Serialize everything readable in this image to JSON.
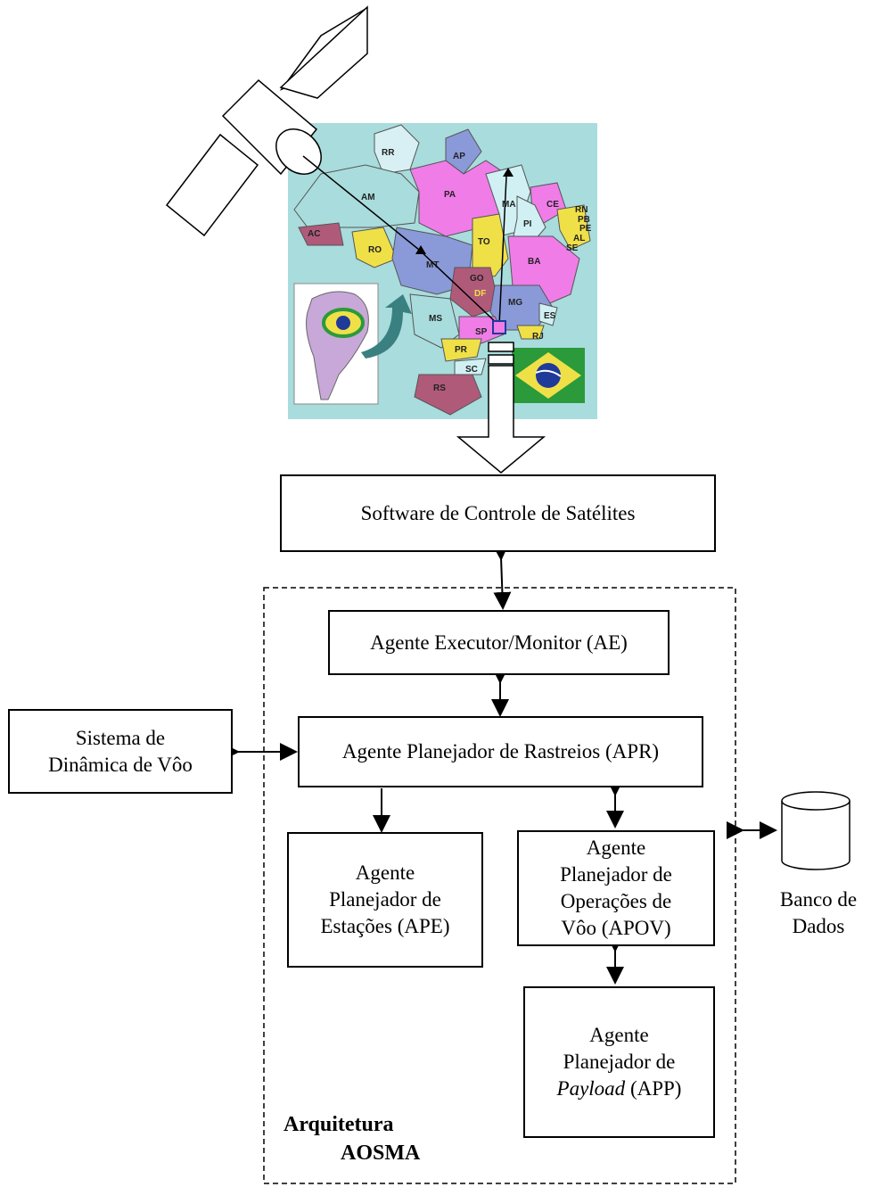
{
  "map": {
    "states": [
      "RR",
      "AP",
      "AM",
      "PA",
      "MA",
      "CE",
      "RN",
      "PB",
      "PE",
      "AL",
      "SE",
      "PI",
      "AC",
      "RO",
      "MT",
      "TO",
      "BA",
      "GO",
      "DF",
      "MG",
      "MS",
      "ES",
      "SP",
      "RJ",
      "PR",
      "SC",
      "RS"
    ]
  },
  "boxes": {
    "software": "Software de Controle de Satélites",
    "ae": "Agente Executor/Monitor (AE)",
    "apr": "Agente Planejador de Rastreios (APR)",
    "flight_dynamics": [
      "Sistema de",
      "Dinâmica de Vôo"
    ],
    "ape": [
      "Agente",
      "Planejador de",
      "Estações (APE)"
    ],
    "apov": [
      "Agente",
      "Planejador de",
      "Operações de",
      "Vôo (APOV)"
    ],
    "app": {
      "line1": "Agente",
      "line2": "Planejador de",
      "line3_italic": "Payload",
      "line3_rest": " (APP)"
    }
  },
  "database": [
    "Banco de",
    "Dados"
  ],
  "architecture": {
    "line1": "Arquitetura",
    "line2": "AOSMA"
  },
  "colors": {
    "map_bg": "#a9dcdc",
    "magenta": "#f07ce8",
    "purple_blue": "#8a9ad8",
    "yellow": "#f0e048",
    "mauve": "#b05a7a",
    "light_cyan": "#d0f0f4",
    "green": "#2a9a3a"
  }
}
